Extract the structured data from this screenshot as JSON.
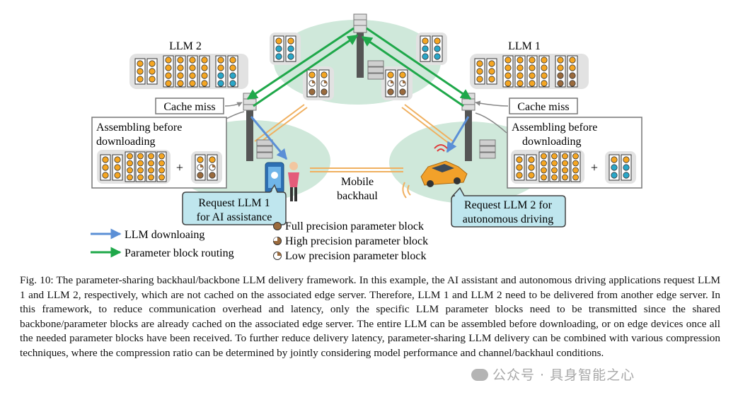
{
  "labels": {
    "llm2_title": "LLM 2",
    "llm1_title": "LLM 1",
    "cache_miss_left": "Cache miss",
    "cache_miss_right": "Cache miss",
    "assembling_left_line1": "Assembling before",
    "assembling_left_line2": "downloading",
    "assembling_right_line1": "Assembling before",
    "assembling_right_line2": "downloading",
    "plus": "+",
    "mobile_backhaul_line1": "Mobile",
    "mobile_backhaul_line2": "backhaul",
    "request_llm1_line1": "Request LLM 1",
    "request_llm1_line2": "for AI assistance",
    "request_llm2_line1": "Request LLM 2 for",
    "request_llm2_line2": "autonomous driving"
  },
  "legend": {
    "llm_downloading": "LLM downloaing",
    "parameter_routing": "Parameter block routing",
    "full_precision": "Full precision parameter block",
    "high_precision": "High precision parameter block",
    "low_precision": "Low precision parameter block"
  },
  "colors": {
    "orange_block": "#f5a623",
    "brown_block": "#9b6b3d",
    "blue_block": "#2aa7c9",
    "cell_green": "#cfe8da",
    "routing_green": "#1fa84a",
    "download_blue": "#5b8fd6",
    "backhaul_orange": "#f0b060",
    "callout_fill": "#bfe6ee"
  },
  "caption": "Fig. 10: The parameter-sharing backhaul/backbone LLM delivery framework. In this example, the AI assistant and autonomous driving applications request LLM 1 and LLM 2, respectively, which are not cached on the associated edge server. Therefore, LLM 1 and LLM 2 need to be delivered from another edge server. In this framework, to reduce communication overhead and latency, only the specific LLM parameter blocks need to be transmitted since the shared backbone/parameter blocks are already cached on the associated edge server. The entire LLM can be assembled before downloading, or on edge devices once all the needed parameter blocks have been received. To further reduce delivery latency, parameter-sharing LLM delivery can be combined with various compression techniques, where the compression ratio can be determined by jointly considering model performance and channel/backhaul conditions.",
  "watermark": "公众号 · 具身智能之心"
}
